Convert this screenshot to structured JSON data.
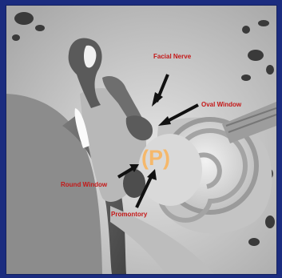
{
  "labels": {
    "facial_nerve": "Facial Nerve",
    "oval_window": "Oval Window",
    "round_window": "Round Window",
    "promontory": "Promontory",
    "promontory_marker": "(P)"
  },
  "colors": {
    "frame": "#1b2c7f",
    "label_text": "#c41818",
    "marker_text": "#f5b86b"
  }
}
